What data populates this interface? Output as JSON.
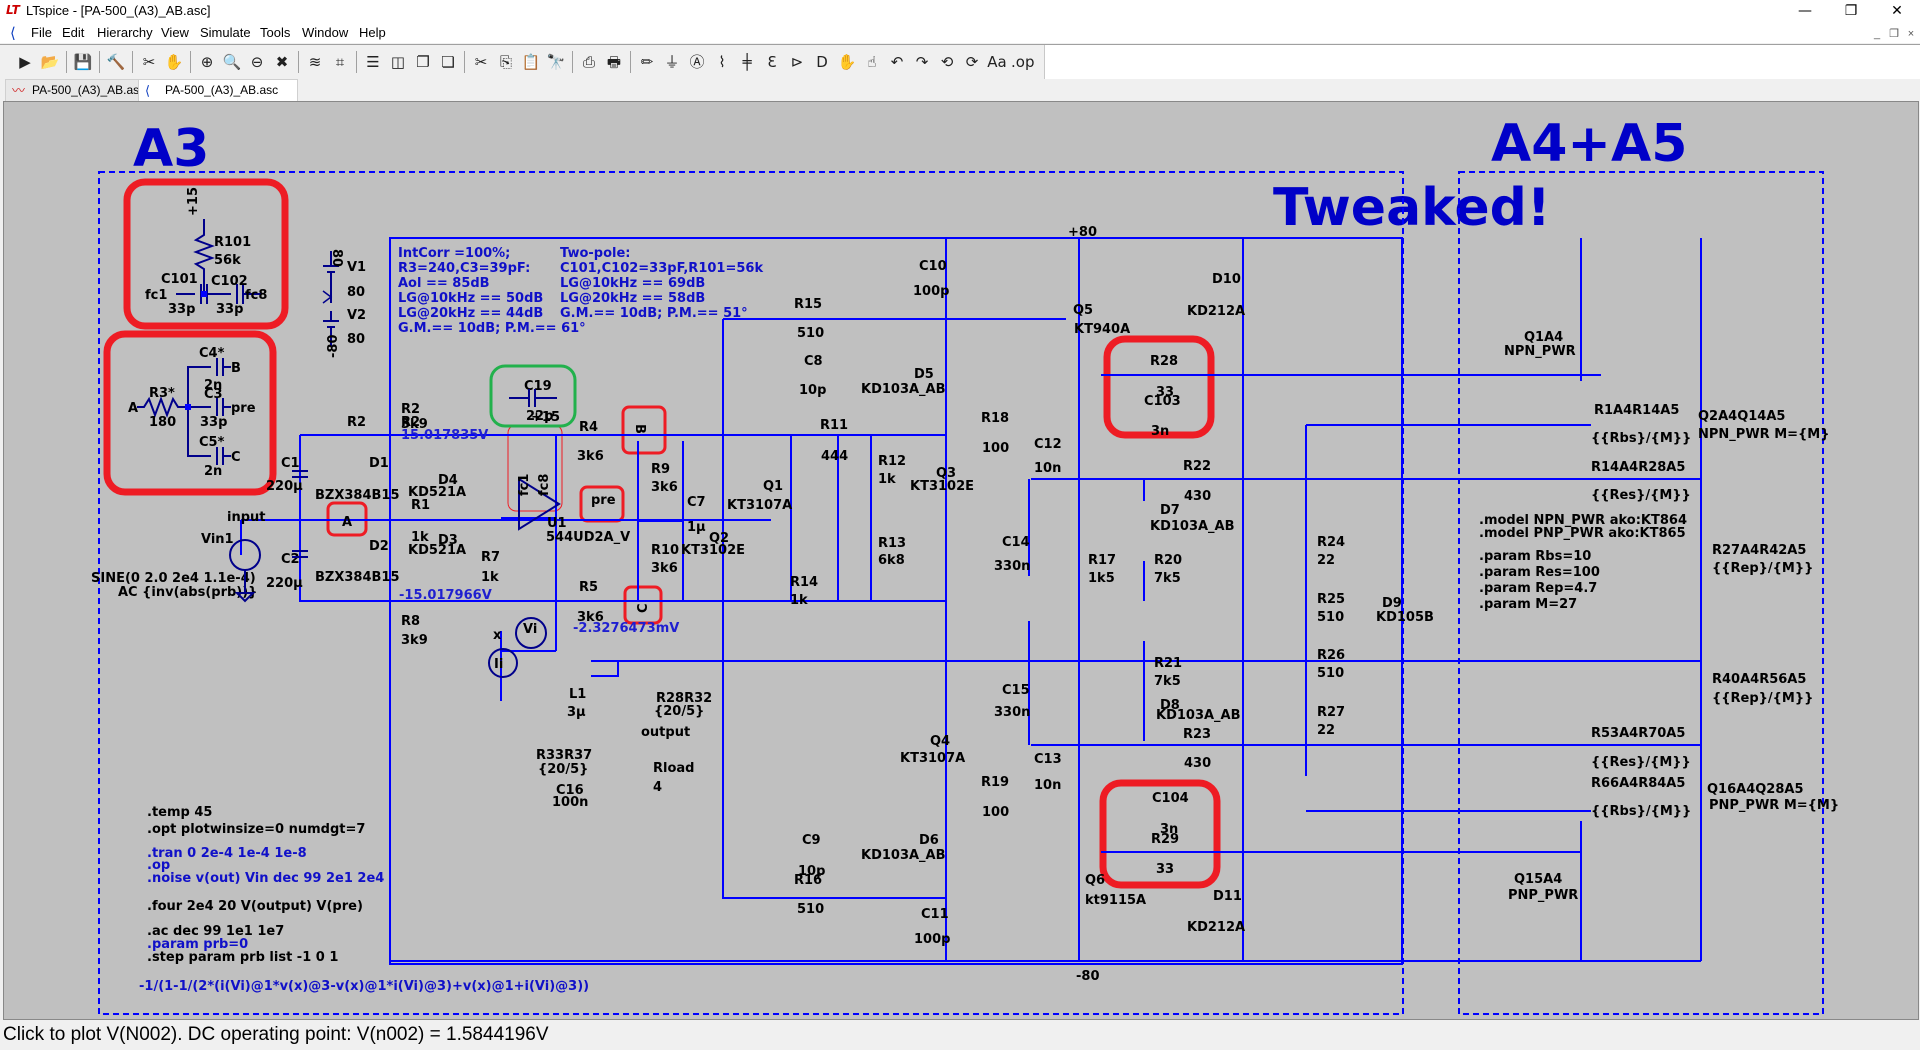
{
  "window": {
    "title": "LTspice - [PA-500_(A3)_AB.asc]",
    "minimize_label": "—",
    "restore_label": "❐",
    "close_label": "✕",
    "mdi_minimize": "_",
    "mdi_restore": "❐",
    "mdi_close": "×"
  },
  "menu": [
    "File",
    "Edit",
    "Hierarchy",
    "View",
    "Simulate",
    "Tools",
    "Window",
    "Help"
  ],
  "toolbar": [
    {
      "name": "run-icon",
      "glyph": "▶"
    },
    {
      "name": "open-icon",
      "glyph": "📂"
    },
    {
      "name": "save-icon",
      "glyph": "💾"
    },
    {
      "name": "control-panel-icon",
      "glyph": "🔨"
    },
    {
      "name": "run-halt-icon",
      "glyph": "✂"
    },
    {
      "name": "pan-icon",
      "glyph": "✋"
    },
    {
      "name": "zoom-in-icon",
      "glyph": "⊕"
    },
    {
      "name": "zoom-fit-icon",
      "glyph": "🔍"
    },
    {
      "name": "zoom-out-icon",
      "glyph": "⊖"
    },
    {
      "name": "zoom-cancel-icon",
      "glyph": "✖"
    },
    {
      "name": "autorange-icon",
      "glyph": "≋"
    },
    {
      "name": "marker-icon",
      "glyph": "⌗"
    },
    {
      "name": "tile-horizontal-icon",
      "glyph": "☰"
    },
    {
      "name": "tile-vertical-icon",
      "glyph": "◫"
    },
    {
      "name": "cascade-icon",
      "glyph": "❐"
    },
    {
      "name": "close-windows-icon",
      "glyph": "❏"
    },
    {
      "name": "cut-icon",
      "glyph": "✂"
    },
    {
      "name": "copy-icon",
      "glyph": "⎘"
    },
    {
      "name": "paste-icon",
      "glyph": "📋"
    },
    {
      "name": "find-icon",
      "glyph": "🔭"
    },
    {
      "name": "print-preview-icon",
      "glyph": "⎙"
    },
    {
      "name": "print-icon",
      "glyph": "🖶"
    },
    {
      "name": "draw-wire-icon",
      "glyph": "✏"
    },
    {
      "name": "ground-icon",
      "glyph": "⏚"
    },
    {
      "name": "label-net-icon",
      "glyph": "Ⓐ"
    },
    {
      "name": "resistor-icon",
      "glyph": "⌇"
    },
    {
      "name": "capacitor-icon",
      "glyph": "╪"
    },
    {
      "name": "inductor-icon",
      "glyph": "Ɛ"
    },
    {
      "name": "diode-icon",
      "glyph": "⊳"
    },
    {
      "name": "component-icon",
      "glyph": "D"
    },
    {
      "name": "move-icon",
      "glyph": "✋"
    },
    {
      "name": "drag-icon",
      "glyph": "☝"
    },
    {
      "name": "undo-icon",
      "glyph": "↶"
    },
    {
      "name": "redo-icon",
      "glyph": "↷"
    },
    {
      "name": "rotate-icon",
      "glyph": "⟲"
    },
    {
      "name": "mirror-icon",
      "glyph": "⟳"
    },
    {
      "name": "text-icon",
      "glyph": "Aa"
    },
    {
      "name": "spice-directive-icon",
      "glyph": ".op"
    }
  ],
  "tabs": [
    {
      "label": "PA-500_(A3)_AB.asc",
      "kind": "waveform",
      "active": false
    },
    {
      "label": "PA-500_(A3)_AB.asc",
      "kind": "schematic",
      "active": true
    }
  ],
  "schematic": {
    "headings": {
      "a3": "A3",
      "a4a5": "A4+A5",
      "tweaked": "Tweaked!"
    },
    "notes_box": {
      "left": [
        "IntCorr =100%;",
        "R3=240,C3=39pF:",
        "Aol == 85dB",
        "LG@10kHz == 50dB",
        "LG@20kHz == 44dB",
        "G.M.== 10dB; P.M.== 61°"
      ],
      "right": [
        "Two-pole:",
        "C101,C102=33pF,R101=56k",
        "LG@10kHz == 69dB",
        "LG@20kHz == 58dB",
        "G.M.== 10dB; P.M.== 51°"
      ]
    },
    "directives": {
      "temp": ".temp 45",
      "opt": ".opt plotwinsize=0 numdgt=7",
      "tran": ".tran 0 2e-4 1e-4 1e-8",
      "op": ".op",
      "noise": ".noise v(out) Vin dec 99 2e1 2e4",
      "four": ".four 2e4 20 V(output) V(pre)",
      "ac": ".ac dec 99 1e1 1e7",
      "param_prb": ".param prb=0",
      "step": ".step param prb list -1 0 1",
      "expression": "-1/(1-1/(2*(i(Vi)@1*v(x)@3-v(x)@1*i(Vi)@3)+v(x)@1+i(Vi)@3))",
      "model_npn": ".model NPN_PWR ako:KT864",
      "model_pnp": ".model PNP_PWR ako:KT865",
      "param_rbs": ".param Rbs=10",
      "param_res": ".param Res=100",
      "param_rep": ".param Rep=4.7",
      "param_m": ".param M=27"
    },
    "voltages": {
      "pos_rail": "15.017835V",
      "neg_rail": "-15.017966V",
      "out_offset": "-2.3276473mV"
    },
    "nets": {
      "plus15": "+15",
      "plus80": "+80",
      "minus80": "-80",
      "input": "input",
      "output": "output",
      "pre": "pre",
      "A": "A",
      "B": "B",
      "C": "C",
      "x": "x",
      "fc1": "fc1",
      "fc8": "fc8",
      "v80": "80",
      "vm80": "-80"
    },
    "components": {
      "R101": [
        "R101",
        "56k"
      ],
      "C101": [
        "C101",
        "33p"
      ],
      "C102": [
        "C102",
        "33p"
      ],
      "C4": [
        "C4*",
        "2n"
      ],
      "C3": [
        "C3",
        "33p"
      ],
      "C5": [
        "C5*",
        "2n"
      ],
      "R3": [
        "R3*",
        "180"
      ],
      "V1": [
        "V1",
        "80"
      ],
      "V2": [
        "V2",
        "80"
      ],
      "C19": [
        "C19",
        "22p"
      ],
      "R2": [
        "R2",
        "3k9"
      ],
      "R8": [
        "R8",
        "3k9"
      ],
      "C1": [
        "C1",
        "220µ"
      ],
      "C2": [
        "C2",
        "220µ"
      ],
      "D1": [
        "D1",
        "BZX384B15"
      ],
      "D2": [
        "D2",
        "BZX384B15"
      ],
      "R1": [
        "R1",
        "1k"
      ],
      "D4": [
        "D4",
        "KD521A"
      ],
      "D3": [
        "D3",
        "KD521A"
      ],
      "Vin1": [
        "Vin1",
        "SINE(0 2.0 2e4 1.1e-4)",
        "AC {inv(abs(prb))}"
      ],
      "U1": [
        "U1",
        "544UD2A_V"
      ],
      "R7": [
        "R7",
        "1k"
      ],
      "R4": [
        "R4",
        "3k6"
      ],
      "R5": [
        "R5",
        "3k6"
      ],
      "R9": [
        "R9",
        "3k6"
      ],
      "R10": [
        "R10",
        "3k6"
      ],
      "C7": [
        "C7",
        "1µ"
      ],
      "Vi": [
        "Vi"
      ],
      "Ii": [
        "Ii"
      ],
      "L1": [
        "L1",
        "3µ"
      ],
      "R28R32": [
        "R28R32",
        "{20/5}"
      ],
      "R33R37": [
        "R33R37",
        "{20/5}"
      ],
      "C16": [
        "C16",
        "100n"
      ],
      "Rload": [
        "Rload",
        "4"
      ],
      "R15": [
        "R15",
        "510"
      ],
      "C8": [
        "C8",
        "10p"
      ],
      "R11": [
        "R11",
        "444"
      ],
      "R12": [
        "R12",
        "1k"
      ],
      "R13": [
        "R13",
        "6k8"
      ],
      "R14": [
        "R14",
        "1k"
      ],
      "Q1": [
        "Q1",
        "KT3107A"
      ],
      "Q2": [
        "Q2",
        "KT3102E"
      ],
      "C10": [
        "C10",
        "100p"
      ],
      "D5": [
        "D5",
        "KD103A_AB"
      ],
      "R18": [
        "R18",
        "100"
      ],
      "C12": [
        "C12",
        "10n"
      ],
      "Q3": [
        "Q3",
        "KT3102E"
      ],
      "C14": [
        "C14",
        "330n"
      ],
      "C15": [
        "C15",
        "330n"
      ],
      "Q4": [
        "Q4",
        "KT3107A"
      ],
      "R19": [
        "R19",
        "100"
      ],
      "C13": [
        "C13",
        "10n"
      ],
      "D6": [
        "D6",
        "KD103A_AB"
      ],
      "C9": [
        "C9",
        "10p"
      ],
      "R16": [
        "R16",
        "510"
      ],
      "C11": [
        "C11",
        "100p"
      ],
      "Q5": [
        "Q5",
        "KT940A"
      ],
      "Q6": [
        "Q6",
        "kt9115A"
      ],
      "R17": [
        "R17",
        "1k5"
      ],
      "R28": [
        "R28",
        "33"
      ],
      "C103": [
        "C103",
        "3n"
      ],
      "R29": [
        "R29",
        "33"
      ],
      "C104": [
        "C104",
        "3n"
      ],
      "R22": [
        "R22",
        "430"
      ],
      "R23": [
        "R23",
        "430"
      ],
      "D7": [
        "D7",
        "KD103A_AB"
      ],
      "R20": [
        "R20",
        "7k5"
      ],
      "R21": [
        "R21",
        "7k5"
      ],
      "D8": [
        "D8",
        "KD103A_AB"
      ],
      "D10": [
        "D10",
        "KD212A"
      ],
      "D11": [
        "D11",
        "KD212A"
      ],
      "R24": [
        "R24",
        "22"
      ],
      "R25": [
        "R25",
        "510"
      ],
      "R26": [
        "R26",
        "510"
      ],
      "R27": [
        "R27",
        "22"
      ],
      "D9": [
        "D9",
        "KD105B"
      ],
      "Q1A4": [
        "Q1A4",
        "NPN_PWR"
      ],
      "Q15A4": [
        "Q15A4",
        "PNP_PWR"
      ],
      "Q2A4Q14A5": [
        "Q2A4Q14A5",
        "NPN_PWR M={M}"
      ],
      "Q16A4Q28A5": [
        "Q16A4Q28A5",
        "PNP_PWR M={M}"
      ],
      "R1A4R14A5": [
        "R1A4R14A5",
        "{{Rbs}/{M}}"
      ],
      "R14A4R28A5": [
        "R14A4R28A5",
        "{{Res}/{M}}"
      ],
      "R27A4R42A5": [
        "R27A4R42A5",
        "{{Rep}/{M}}"
      ],
      "R40A4R56A5": [
        "R40A4R56A5",
        "{{Rep}/{M}}"
      ],
      "R53A4R70A5": [
        "R53A4R70A5",
        "{{Res}/{M}}"
      ],
      "R66A4R84A5": [
        "R66A4R84A5",
        "{{Rbs}/{M}}"
      ]
    }
  },
  "status": "Click to plot V(N002).  DC operating point: V(n002) = 1.5844196V"
}
